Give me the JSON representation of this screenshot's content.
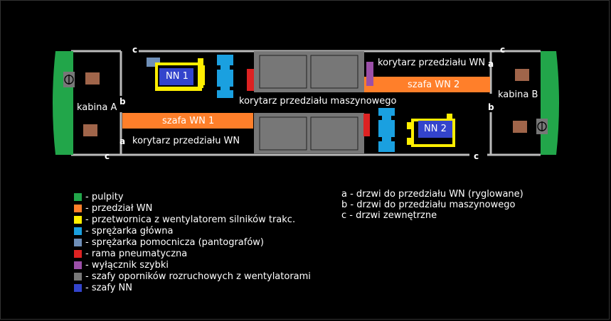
{
  "colors": {
    "pulpity": "#22a64a",
    "przedzial_wn": "#ff7f2a",
    "przetwornica": "#ffee00",
    "sprezarka_glowna": "#1aa0e0",
    "sprezarka_pomocnicza": "#6f8fb8",
    "rama": "#dd2222",
    "wylacznik": "#9b4fa8",
    "szafy_opornikow": "#777777",
    "szafy_nn": "#3344cc",
    "seat": "#a0654a",
    "wall": "#bbbbbb"
  },
  "diagram": {
    "kabina_a": "kabina A",
    "kabina_b": "kabina B",
    "korytarz_wn_top": "korytarz przedziału WN",
    "korytarz_maszynowy": "korytarz przedziału  maszynowego",
    "korytarz_wn_bottom": "korytarz przedziału WN",
    "szafa_wn_1": "szafa WN 1",
    "szafa_wn_2": "szafa WN 2",
    "nn_1": "NN 1",
    "nn_2": "NN 2",
    "door_a": "a",
    "door_b": "b",
    "door_c": "c"
  },
  "legend": [
    {
      "color": "#22a64a",
      "label": "- pulpity"
    },
    {
      "color": "#ff7f2a",
      "label": "- przedział WN"
    },
    {
      "color": "#ffee00",
      "label": "- przetwornica z wentylatorem silników trakc."
    },
    {
      "color": "#1aa0e0",
      "label": "- sprężarka główna"
    },
    {
      "color": "#6f8fb8",
      "label": "- sprężarka pomocnicza (pantografów)"
    },
    {
      "color": "#dd2222",
      "label": "- rama pneumatyczna"
    },
    {
      "color": "#9b4fa8",
      "label": "- wyłącznik szybki"
    },
    {
      "color": "#777777",
      "label": "- szafy oporników rozruchowych z wentylatorami"
    },
    {
      "color": "#3344cc",
      "label": "- szafy NN"
    }
  ],
  "doors_legend": [
    "a - drzwi do przedziału WN (ryglowane)",
    "b - drzwi do przedziału maszynowego",
    "c - drzwi zewnętrzne"
  ]
}
